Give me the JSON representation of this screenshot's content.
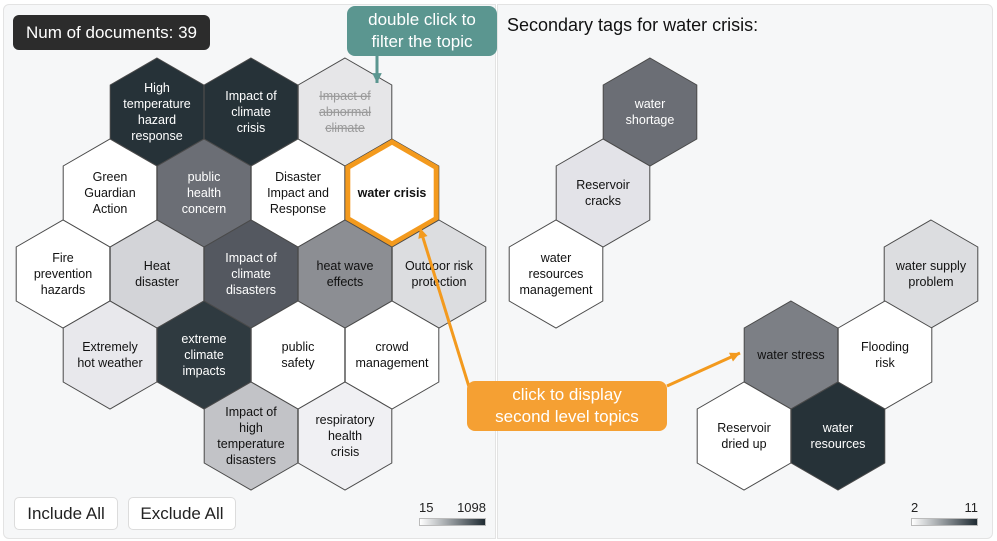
{
  "left": {
    "count_label": "Num of documents: 39",
    "buttons": {
      "include": "Include All",
      "exclude": "Exclude All"
    },
    "legend": {
      "min": "15",
      "max": "1098"
    }
  },
  "right": {
    "title": "Secondary tags for water crisis:",
    "legend": {
      "min": "2",
      "max": "11"
    }
  },
  "annotations": {
    "double_click": [
      "double click to",
      "filter the topic"
    ],
    "click": [
      "click to display",
      "second level topics"
    ]
  },
  "colors": {
    "accent_orange": "#f39a1e",
    "teal": "#5b9690",
    "dark": "#2c2c2c"
  },
  "left_hexes": [
    {
      "name": "high-temperature-hazard-response",
      "lines": [
        "High",
        "temperature",
        "hazard",
        "response"
      ],
      "fill": "#263238",
      "text": "#ffffff"
    },
    {
      "name": "impact-of-climate-crisis",
      "lines": [
        "Impact of",
        "climate",
        "crisis"
      ],
      "fill": "#263238",
      "text": "#ffffff"
    },
    {
      "name": "impact-of-abnormal-climate",
      "lines": [
        "Impact of",
        "abnormal",
        "climate"
      ],
      "fill": "#e6e6e8",
      "text": "#9a9a9a",
      "struck": true
    },
    {
      "name": "green-guardian-action",
      "lines": [
        "Green",
        "Guardian",
        "Action"
      ],
      "fill": "#ffffff",
      "text": "#111111"
    },
    {
      "name": "public-health-concern",
      "lines": [
        "public",
        "health",
        "concern"
      ],
      "fill": "#6b6e75",
      "text": "#ffffff"
    },
    {
      "name": "disaster-impact-and-response",
      "lines": [
        "Disaster",
        "Impact and",
        "Response"
      ],
      "fill": "#ffffff",
      "text": "#111111"
    },
    {
      "name": "water-crisis",
      "lines": [
        "water crisis"
      ],
      "fill": "#ffffff",
      "text": "#111111",
      "selected": true
    },
    {
      "name": "fire-prevention-hazards",
      "lines": [
        "Fire",
        "prevention",
        "hazards"
      ],
      "fill": "#ffffff",
      "text": "#111111"
    },
    {
      "name": "heat-disaster",
      "lines": [
        "Heat",
        "disaster"
      ],
      "fill": "#d3d4d8",
      "text": "#111111"
    },
    {
      "name": "impact-of-climate-disasters",
      "lines": [
        "Impact of",
        "climate",
        "disasters"
      ],
      "fill": "#545860",
      "text": "#ffffff"
    },
    {
      "name": "heat-wave-effects",
      "lines": [
        "heat wave",
        "effects"
      ],
      "fill": "#8c8e93",
      "text": "#111111"
    },
    {
      "name": "outdoor-risk-protection",
      "lines": [
        "Outdoor risk",
        "protection"
      ],
      "fill": "#dcdde0",
      "text": "#111111"
    },
    {
      "name": "extremely-hot-weather",
      "lines": [
        "Extremely",
        "hot weather"
      ],
      "fill": "#e8e8ec",
      "text": "#111111"
    },
    {
      "name": "extreme-climate-impacts",
      "lines": [
        "extreme",
        "climate",
        "impacts"
      ],
      "fill": "#2f3a40",
      "text": "#ffffff"
    },
    {
      "name": "public-safety",
      "lines": [
        "public",
        "safety"
      ],
      "fill": "#ffffff",
      "text": "#111111"
    },
    {
      "name": "crowd-management",
      "lines": [
        "crowd",
        "management"
      ],
      "fill": "#ffffff",
      "text": "#111111"
    },
    {
      "name": "impact-of-high-temperature-disasters",
      "lines": [
        "Impact of",
        "high",
        "temperature",
        "disasters"
      ],
      "fill": "#c2c3c7",
      "text": "#111111"
    },
    {
      "name": "respiratory-health-crisis",
      "lines": [
        "respiratory",
        "health",
        "crisis"
      ],
      "fill": "#f0f0f3",
      "text": "#111111"
    }
  ],
  "right_hexes": [
    {
      "name": "water-shortage",
      "lines": [
        "water",
        "shortage"
      ],
      "fill": "#6b6e75",
      "text": "#ffffff"
    },
    {
      "name": "reservoir-cracks",
      "lines": [
        "Reservoir",
        "cracks"
      ],
      "fill": "#e3e3e8",
      "text": "#111111"
    },
    {
      "name": "water-resources-management",
      "lines": [
        "water",
        "resources",
        "management"
      ],
      "fill": "#ffffff",
      "text": "#111111"
    },
    {
      "name": "water-supply-problem",
      "lines": [
        "water supply",
        "problem"
      ],
      "fill": "#dcdde0",
      "text": "#111111"
    },
    {
      "name": "water-stress",
      "lines": [
        "water stress"
      ],
      "fill": "#7c7f85",
      "text": "#111111"
    },
    {
      "name": "flooding-risk",
      "lines": [
        "Flooding",
        "risk"
      ],
      "fill": "#ffffff",
      "text": "#111111"
    },
    {
      "name": "reservoir-dried-up",
      "lines": [
        "Reservoir",
        "dried up"
      ],
      "fill": "#ffffff",
      "text": "#111111"
    },
    {
      "name": "water-resources",
      "lines": [
        "water",
        "resources"
      ],
      "fill": "#263238",
      "text": "#ffffff"
    }
  ]
}
